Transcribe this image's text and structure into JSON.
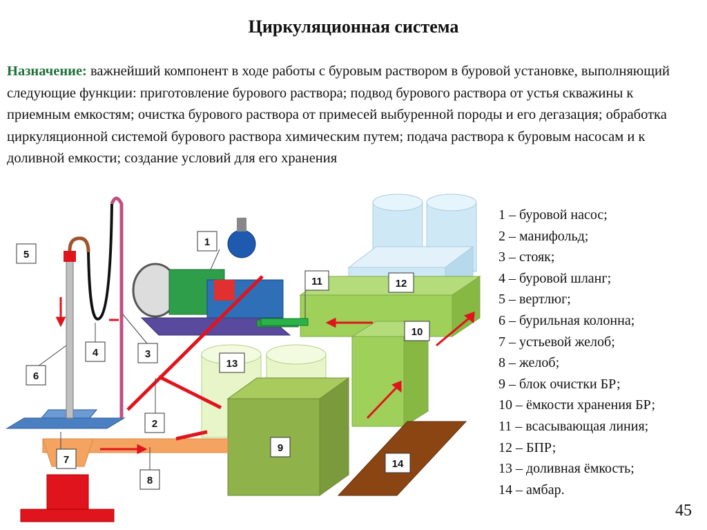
{
  "title": "Циркуляционная система",
  "purpose": {
    "label": "Назначение:",
    "text": " важнейший компонент в ходе работы с буровым раствором в буровой установке, выполняющий следующие функции: приготовление бурового раствора; подвод бурового раствора от устья скважины к приемным емкостям; очистка бурового раствора от примесей выбуренной породы и его дегазация; обработка циркуляционной системой бурового раствора химическим путем; подача раствора к буровым насосам и к доливной емкости; создание условий для его хранения"
  },
  "legend": [
    "1 – буровой насос;",
    "2 – манифольд;",
    "3 – стояк;",
    "4 – буровой шланг;",
    "5 – вертлюг;",
    "6 – бурильная колонна;",
    "7 – устьевой желоб;",
    "8 – желоб;",
    "9 – блок очистки БР;",
    "10 – ёмкости хранения БР;",
    "11 – всасывающая линия;",
    "12 – БПР;",
    "13 – доливная ёмкость;",
    "14 – амбар."
  ],
  "callouts": [
    "1",
    "2",
    "3",
    "4",
    "5",
    "6",
    "7",
    "8",
    "9",
    "10",
    "11",
    "12",
    "13",
    "14"
  ],
  "page_number": "45",
  "colors": {
    "label_green": "#1f6f3a",
    "flow_arrow": "#e0141c",
    "tank_green": "#9fd05a",
    "block_green": "#8fb24a",
    "pit_brown": "#8b4513",
    "bpr_blue": "#cfe8f5",
    "channel_orange": "#f4a460"
  }
}
